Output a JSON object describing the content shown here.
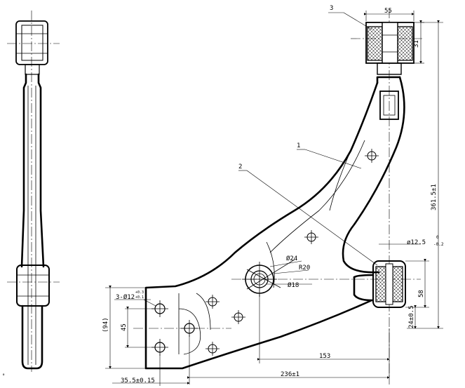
{
  "parts": {
    "arm_body": "1",
    "bushing_insert": "2",
    "bushing_top": "3"
  },
  "dimensions": {
    "top_bushing_width": "55",
    "top_bushing_height": "31",
    "total_height": "361.5±1",
    "bolt_hole": "ø12.5",
    "bolt_hole_tol_upper": "0",
    "bolt_hole_tol_lower": "-0.2",
    "boss_dia_outer": "Ø24",
    "boss_radius": "R20",
    "boss_dia_inner": "Ø18",
    "holes_label": "3-Ø12",
    "holes_tol_upper": "+0.3",
    "holes_tol_lower": "+0.1",
    "hole_spacing": "45",
    "ref_height": "(94)",
    "rear_bushing_height": "58",
    "offset": "24±0.5",
    "horizontal_153": "153",
    "horizontal_236": "236±1",
    "left_offset": "35.5±0.15"
  },
  "notes": {
    "corner_mark": "°"
  }
}
